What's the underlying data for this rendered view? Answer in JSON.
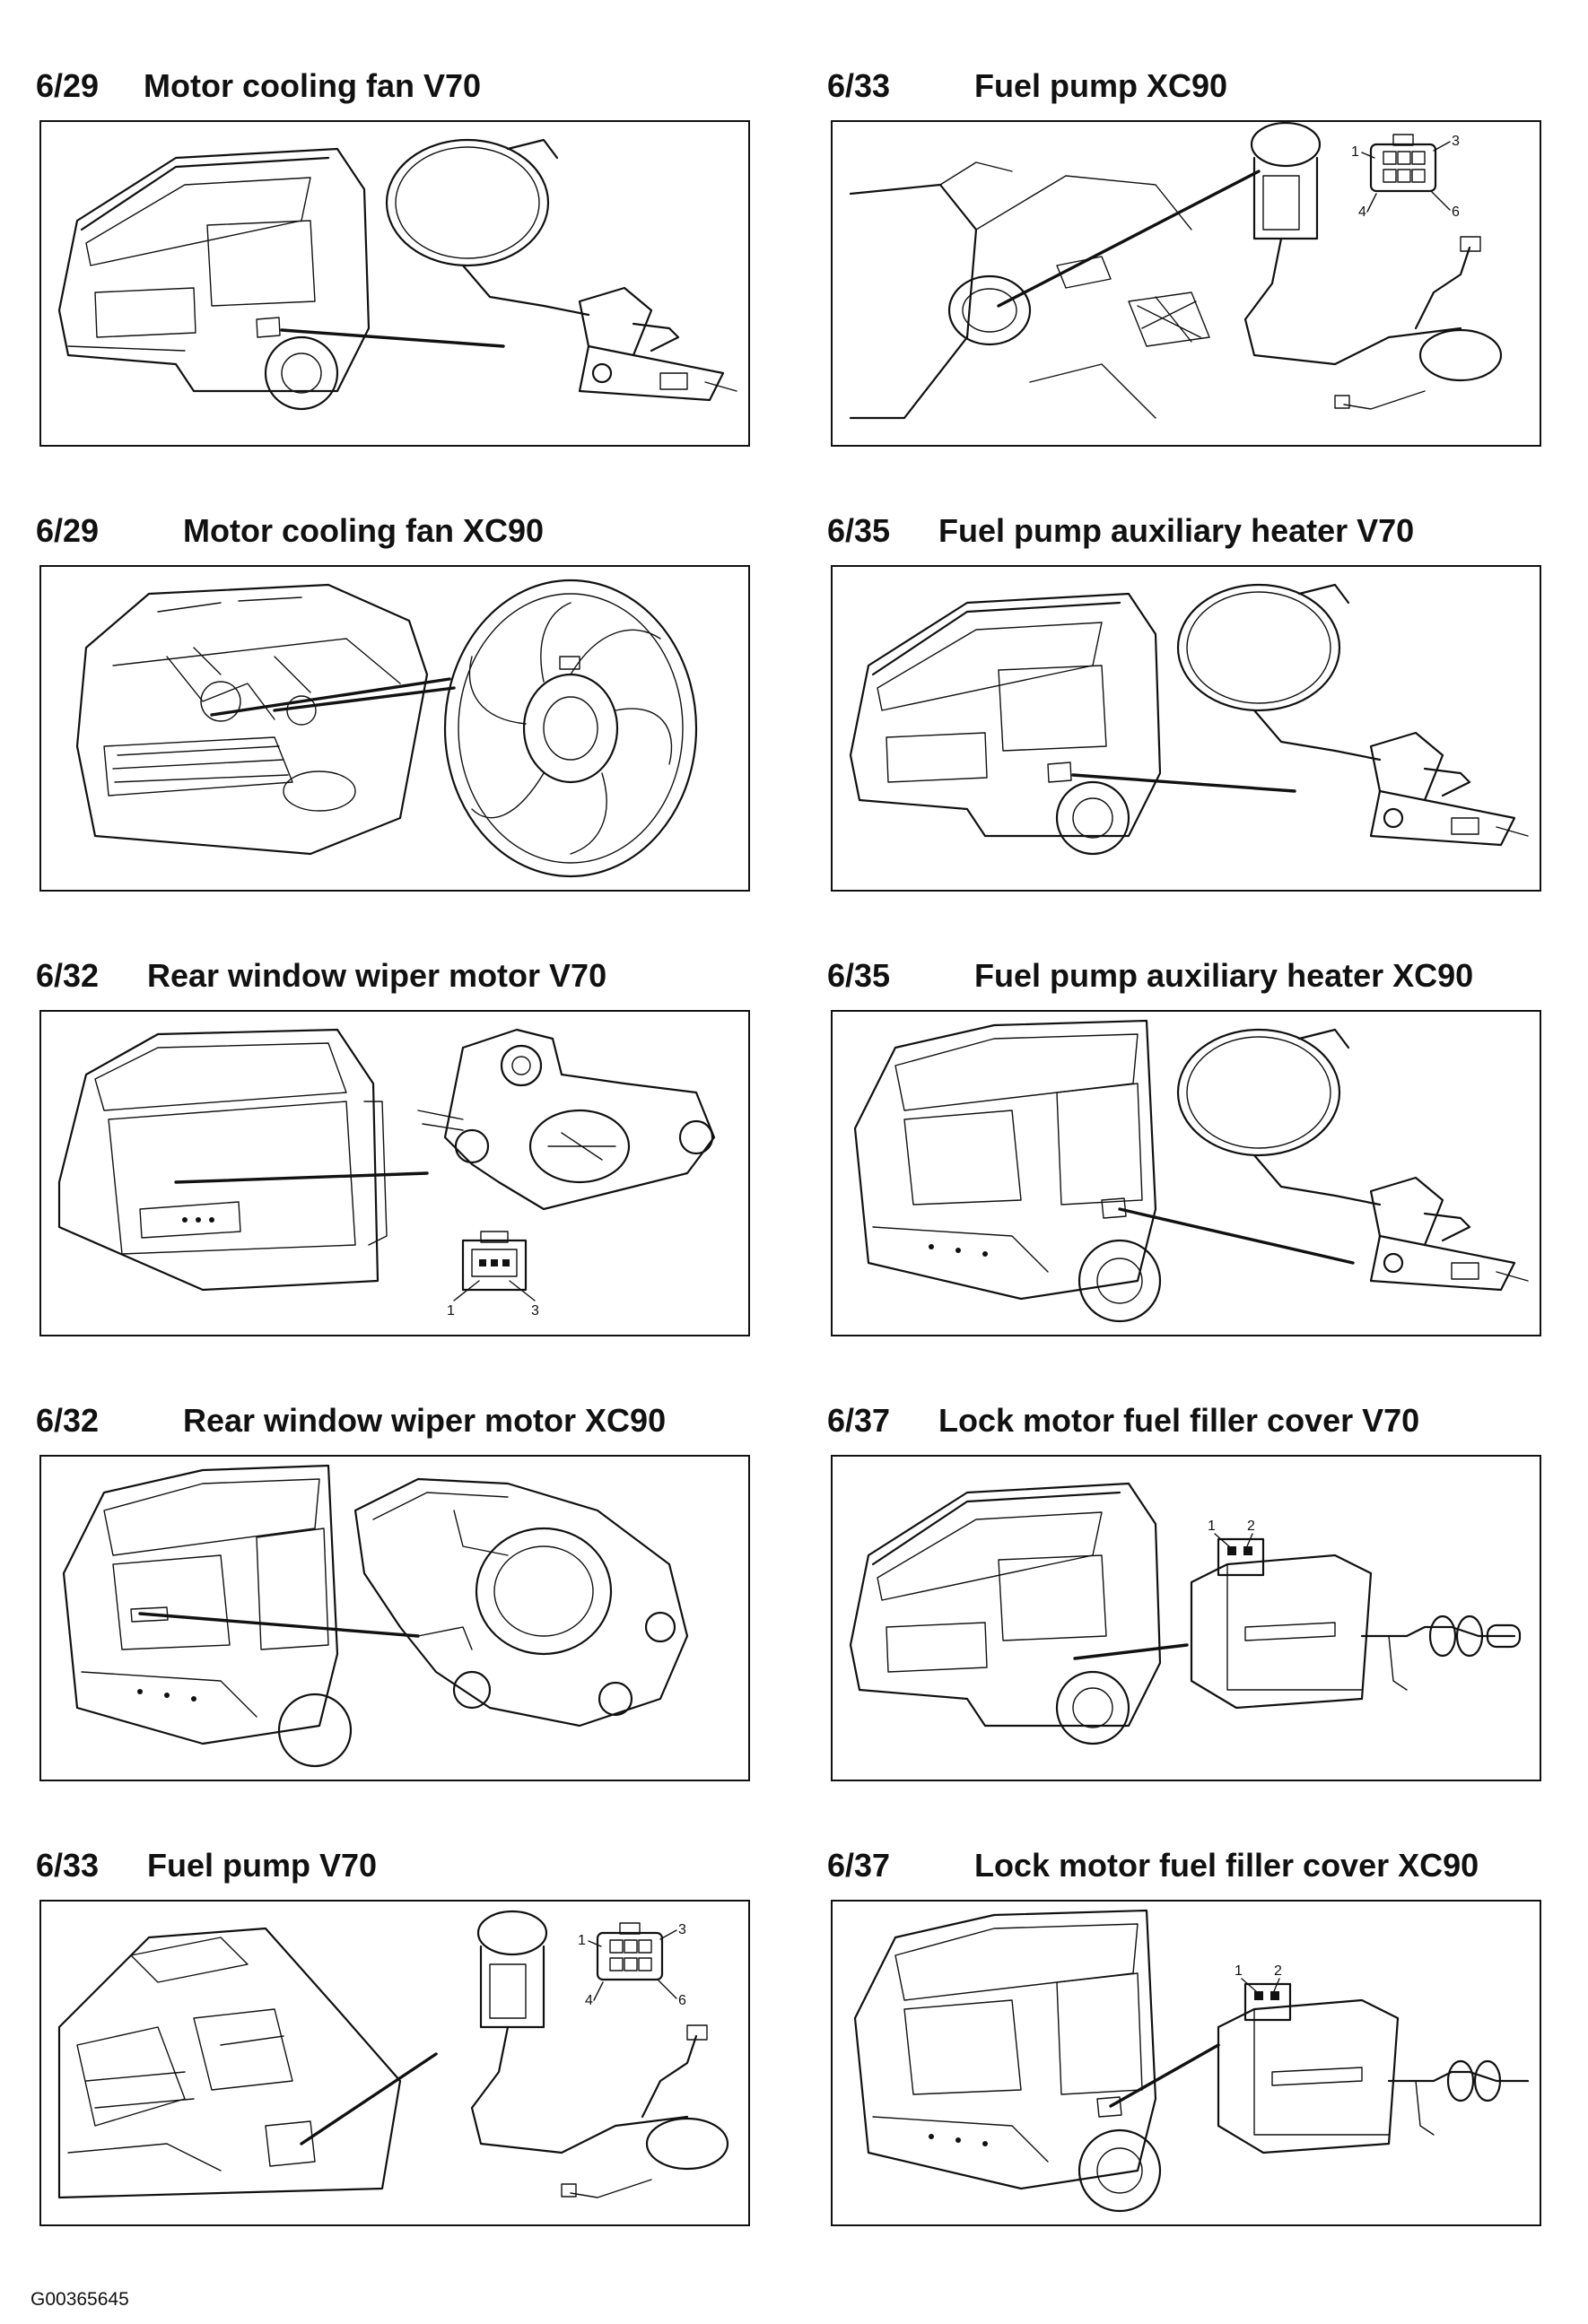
{
  "sections": [
    {
      "code": "6/29",
      "title": "Motor cooling fan V70",
      "illustration": "v70-rear-cooling-fan-sensor"
    },
    {
      "code": "6/33",
      "title": "Fuel pump XC90",
      "illustration": "xc90-fuel-pump",
      "pins": [
        "1",
        "3",
        "4",
        "6"
      ]
    },
    {
      "code": "6/29",
      "title": "Motor cooling fan XC90",
      "illustration": "xc90-engine-fan"
    },
    {
      "code": "6/35",
      "title": "Fuel pump auxiliary heater V70",
      "illustration": "v70-rear-sensor"
    },
    {
      "code": "6/32",
      "title": "Rear window wiper motor V70",
      "illustration": "v70-wiper-motor",
      "pins": [
        "1",
        "3"
      ]
    },
    {
      "code": "6/35",
      "title": "Fuel pump auxiliary heater XC90",
      "illustration": "xc90-rear-sensor"
    },
    {
      "code": "6/32",
      "title": "Rear window wiper motor XC90",
      "illustration": "xc90-wiper-motor"
    },
    {
      "code": "6/37",
      "title": "Lock motor fuel filler cover V70",
      "illustration": "v70-lock-motor",
      "pins": [
        "1",
        "2"
      ]
    },
    {
      "code": "6/33",
      "title": "Fuel pump V70",
      "illustration": "v70-fuel-pump",
      "pins": [
        "1",
        "3",
        "4",
        "6"
      ]
    },
    {
      "code": "6/37",
      "title": "Lock motor fuel filler cover XC90",
      "illustration": "xc90-lock-motor",
      "pins": [
        "1",
        "2"
      ]
    }
  ],
  "footer": {
    "code": "G00365645"
  }
}
